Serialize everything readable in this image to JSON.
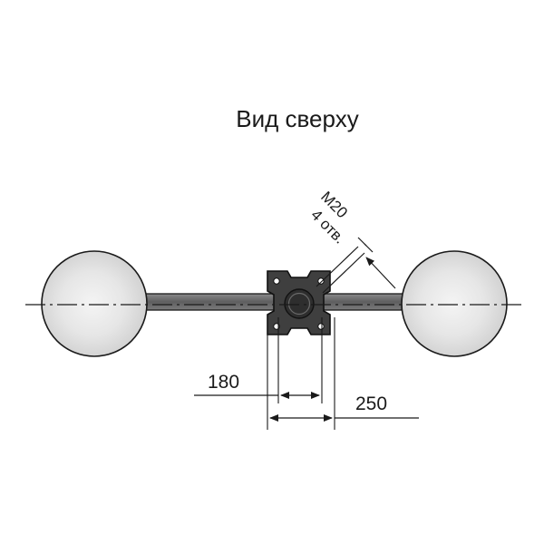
{
  "title": "Вид сверху",
  "callout": {
    "thread": "M20",
    "holes": "4 отв."
  },
  "dimensions": {
    "inner": "180",
    "outer": "250"
  },
  "colors": {
    "line": "#1a1a1a",
    "body": "#3d3d3d",
    "rod": "#6f6f70",
    "sphere_light": "#f1f1f1",
    "sphere_dark": "#d3d3d3"
  }
}
